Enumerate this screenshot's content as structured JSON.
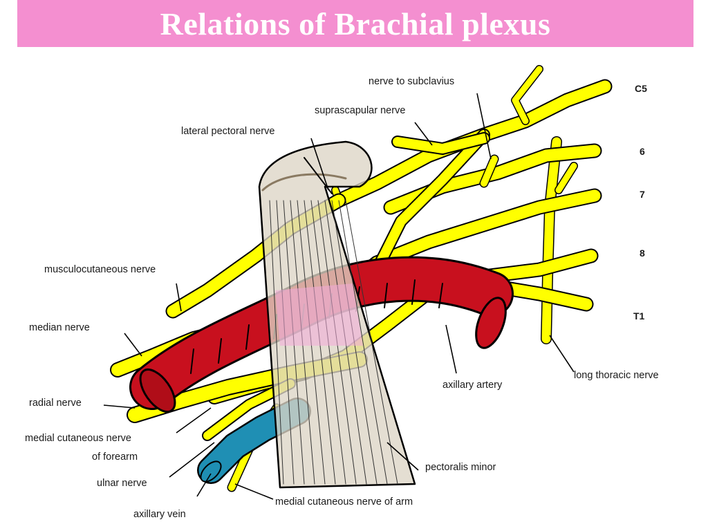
{
  "title": "Relations of Brachial plexus",
  "root_levels": [
    "C5",
    "6",
    "7",
    "8",
    "T1"
  ],
  "labels": {
    "nerve_to_subclavius": "nerve to subclavius",
    "suprascapular_nerve": "suprascapular nerve",
    "lateral_pectoral_nerve": "lateral pectoral nerve",
    "musculocutaneous_nerve": "musculocutaneous nerve",
    "median_nerve": "median nerve",
    "radial_nerve": "radial nerve",
    "medial_cutaneous_forearm_1": "medial cutaneous nerve",
    "medial_cutaneous_forearm_2": "of forearm",
    "ulnar_nerve": "ulnar nerve",
    "axillary_vein": "axillary vein",
    "medial_cutaneous_arm": "medial cutaneous nerve of arm",
    "pectoralis_minor": "pectoralis minor",
    "axillary_artery": "axillary artery",
    "long_thoracic_nerve": "long thoracic nerve"
  },
  "colors": {
    "title_bar": "#f48fd0",
    "nerve": "#ffff00",
    "artery": "#c8101e",
    "vein": "#1f8fb4",
    "muscle": "#ddd5c5"
  }
}
